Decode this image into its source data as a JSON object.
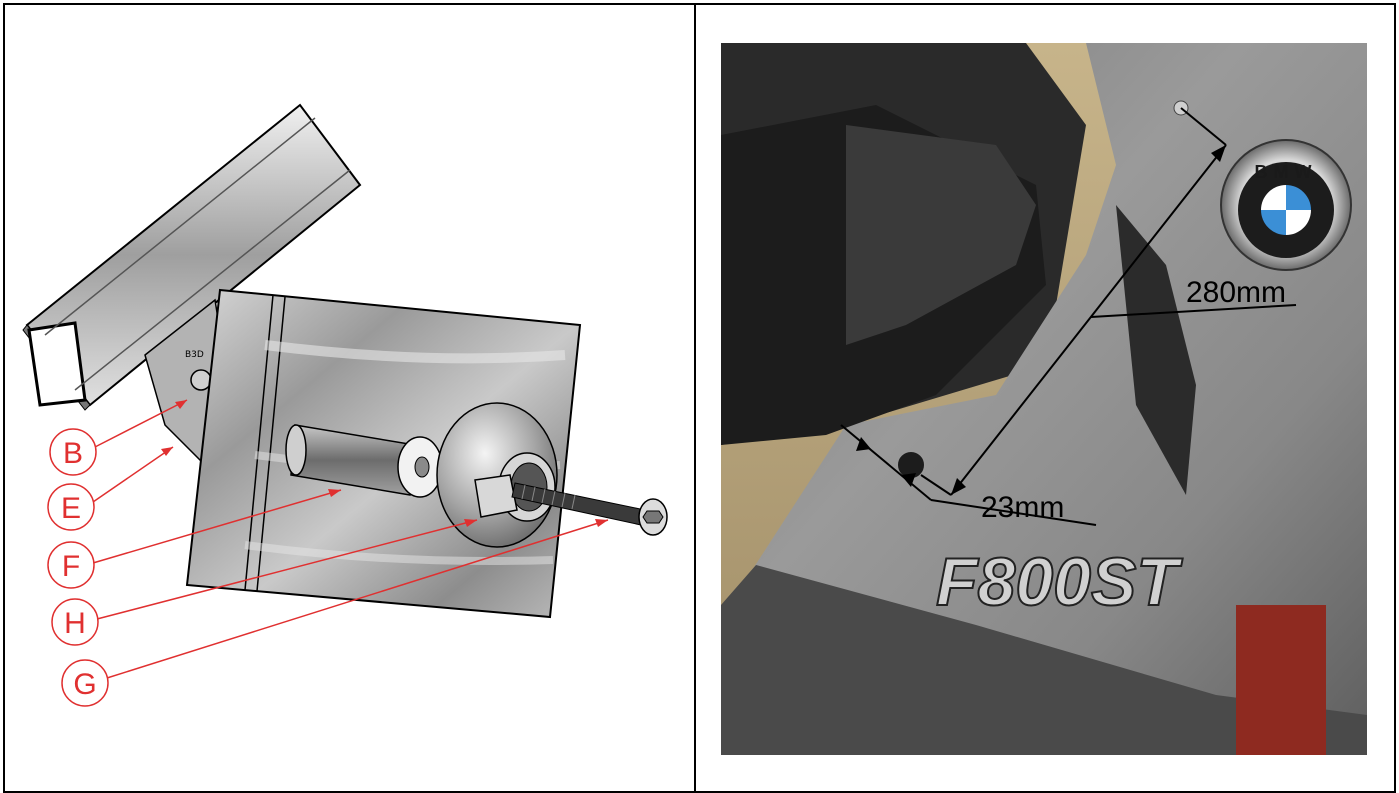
{
  "diagram": {
    "callouts": [
      "B",
      "E",
      "F",
      "H",
      "G"
    ]
  },
  "photo": {
    "dimension_1": "280mm",
    "dimension_2": "23mm",
    "model_badge": "F800ST",
    "emblem_letters": "BMW",
    "colors": {
      "fairing": "#8a8a8a",
      "callout": "#e03030",
      "emblem_blue": "#3b8fd6"
    }
  }
}
